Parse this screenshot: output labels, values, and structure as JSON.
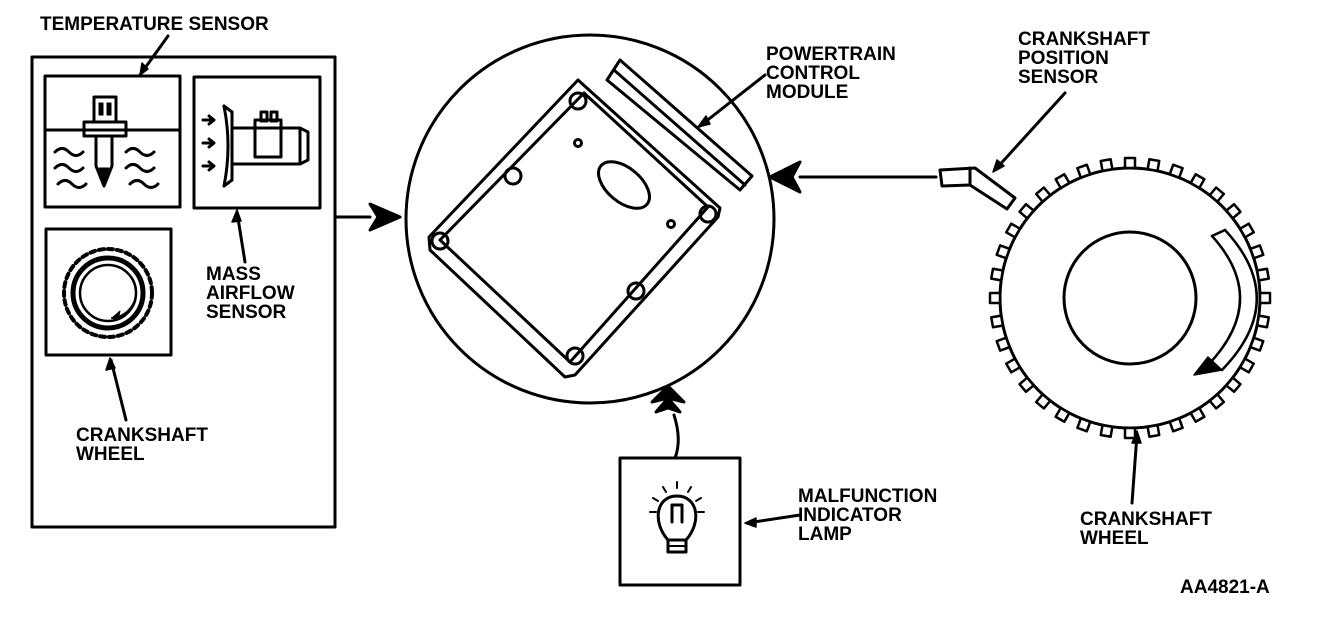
{
  "labels": {
    "temperature_sensor": [
      "TEMPERATURE SENSOR"
    ],
    "mass_airflow_sensor": [
      "MASS",
      "AIRFLOW",
      "SENSOR"
    ],
    "crankshaft_wheel_left": [
      "CRANKSHAFT",
      "WHEEL"
    ],
    "powertrain_control_module": [
      "POWERTRAIN",
      "CONTROL",
      "MODULE"
    ],
    "crankshaft_position_sensor": [
      "CRANKSHAFT",
      "POSITION",
      "SENSOR"
    ],
    "crankshaft_wheel_right": [
      "CRANKSHAFT",
      "WHEEL"
    ],
    "malfunction_indicator_lamp": [
      "MALFUNCTION",
      "INDICATOR",
      "LAMP"
    ]
  },
  "figure_id": "AA4821-A",
  "colors": {
    "ink": "#000000",
    "paper": "#ffffff"
  }
}
